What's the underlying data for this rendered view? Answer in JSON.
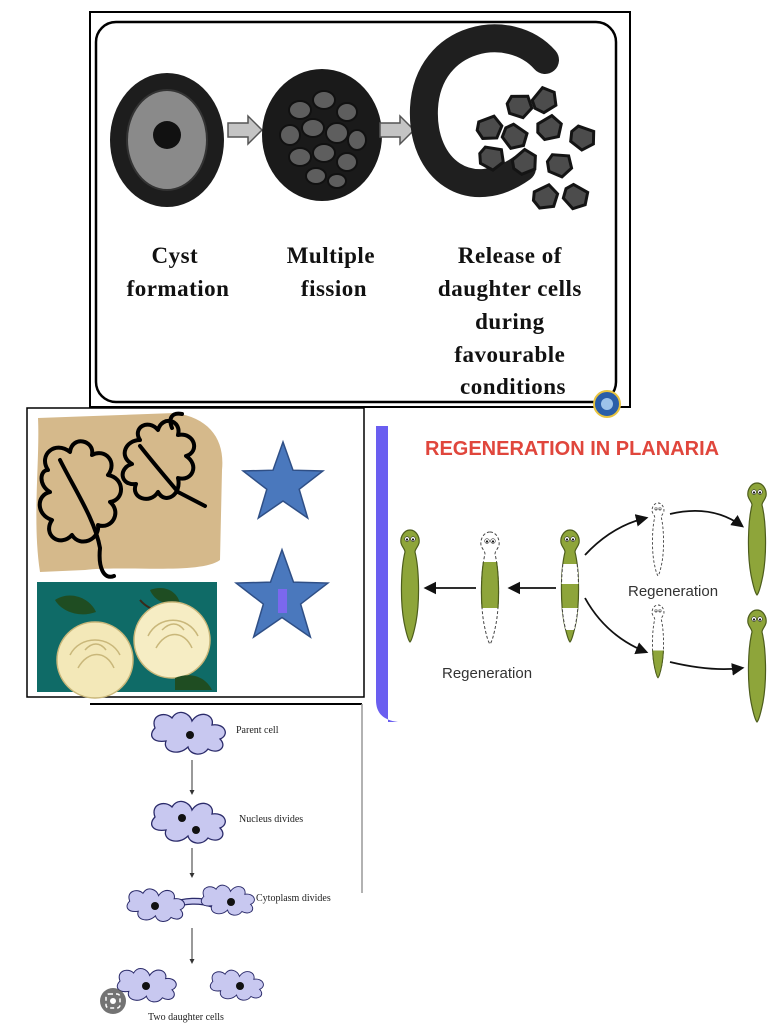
{
  "encystment": {
    "stages": [
      {
        "lines": [
          "Cyst",
          "formation"
        ]
      },
      {
        "lines": [
          "Multiple",
          "fission"
        ]
      },
      {
        "lines": [
          "Release of",
          "daughter cells",
          "during",
          "favourable",
          "conditions"
        ]
      }
    ]
  },
  "planaria": {
    "title": "REGENERATION IN PLANARIA",
    "labels": [
      "Regeneration",
      "Regeneration"
    ]
  },
  "amoeba": {
    "labels": [
      "Parent cell",
      "Nucleus divides",
      "Cytoplasm divides",
      "Two daughter cells"
    ]
  },
  "colors": {
    "title_red": "#e0463c",
    "accent_bar": "#6a5ef0",
    "worm_green": "#8ea53a",
    "star_blue": "#4a78bd",
    "amoeba_fill": "#c8c8f0"
  },
  "icons": [
    "visual-search-icon"
  ]
}
